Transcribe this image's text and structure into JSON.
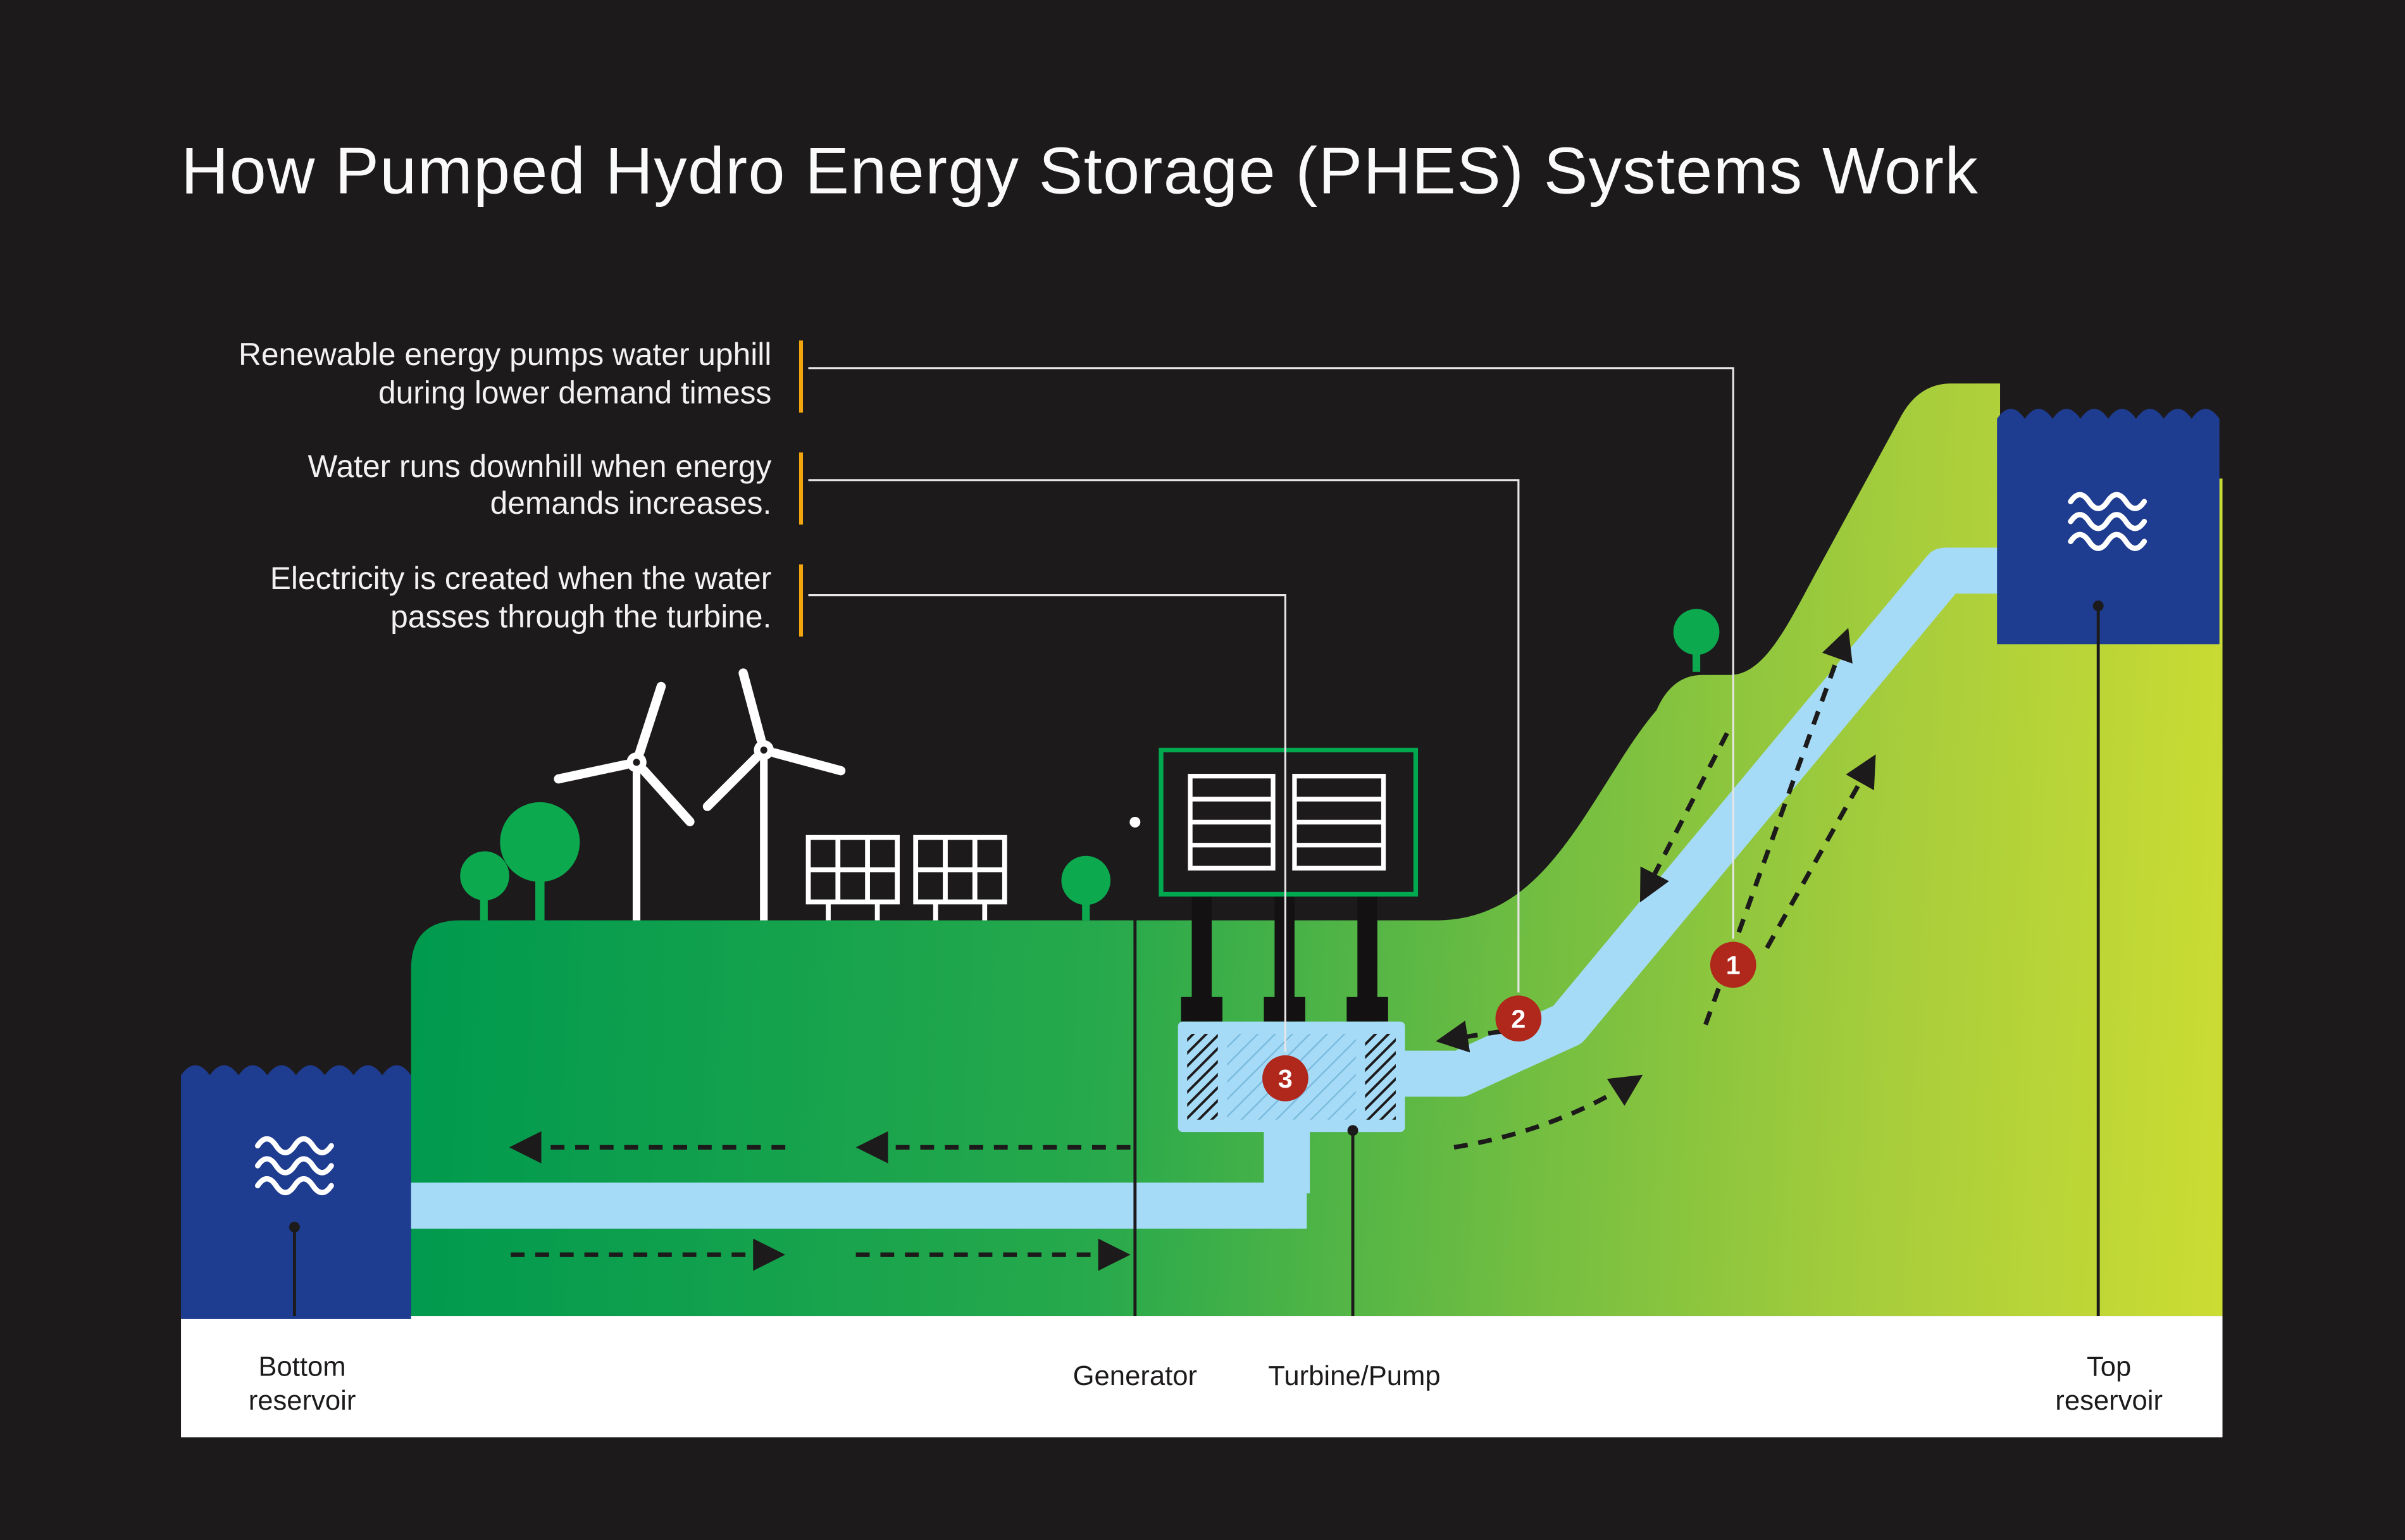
{
  "title": "How Pumped Hydro Energy Storage (PHES) Systems Work",
  "annotations": [
    {
      "number": "1",
      "line1": "Renewable energy pumps water uphill",
      "line2": "during lower demand timess"
    },
    {
      "number": "2",
      "line1": "Water runs downhill when energy",
      "line2": "demands increases."
    },
    {
      "number": "3",
      "line1": "Electricity is created when the water",
      "line2": "passes through the turbine."
    }
  ],
  "labels": {
    "bottom_reservoir": {
      "line1": "Bottom",
      "line2": "reservoir"
    },
    "generator": "Generator",
    "turbine_pump": "Turbine/Pump",
    "top_reservoir": {
      "line1": "Top",
      "line2": "reservoir"
    }
  },
  "colors": {
    "background": "#1D1A1B",
    "hill_green": "#009A4E",
    "hill_yellow": "#CBDC33",
    "reservoir_blue": "#1E3C90",
    "pipe_blue": "#A6DBF7",
    "badge_red": "#B0271C",
    "accent_green": "#00A84F",
    "tick_orange": "#F2A50C",
    "text_light": "#FFFFFF",
    "text_dark": "#1D1A1B"
  }
}
